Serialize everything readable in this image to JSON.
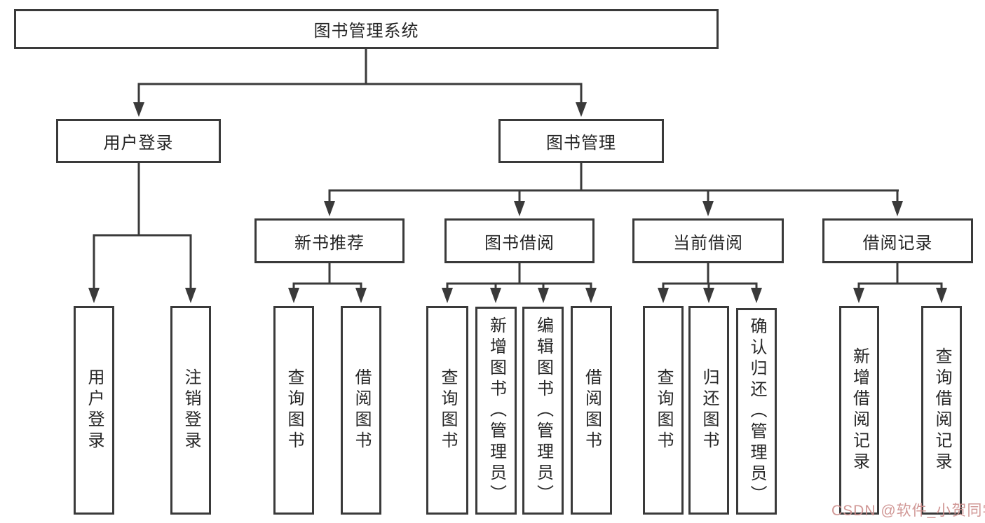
{
  "diagram": {
    "title": "图书管理系统",
    "root": {
      "label": "图书管理系统"
    },
    "level2": [
      {
        "id": "user-login",
        "label": "用户登录"
      },
      {
        "id": "book-mgmt",
        "label": "图书管理"
      }
    ],
    "level3": [
      {
        "id": "new-books",
        "label": "新书推荐"
      },
      {
        "id": "book-borrow",
        "label": "图书借阅"
      },
      {
        "id": "current-borrow",
        "label": "当前借阅"
      },
      {
        "id": "borrow-records",
        "label": "借阅记录"
      }
    ],
    "leaves": {
      "login": [
        {
          "label": "用户登录"
        },
        {
          "label": "注销登录"
        }
      ],
      "recommend": [
        {
          "label": "查询图书"
        },
        {
          "label": "借阅图书"
        }
      ],
      "borrow": [
        {
          "label": "查询图书"
        },
        {
          "label": "新增图书（管理员）"
        },
        {
          "label": "编辑图书（管理员）"
        },
        {
          "label": "借阅图书"
        }
      ],
      "current": [
        {
          "label": "查询图书"
        },
        {
          "label": "归还图书"
        },
        {
          "label": "确认归还（管理员）"
        }
      ],
      "records": [
        {
          "label": "新增借阅记录"
        },
        {
          "label": "查询借阅记录"
        }
      ]
    }
  },
  "watermark": {
    "text": "CSDN @软件_小贺同学"
  },
  "colors": {
    "line": "#3a3a3a",
    "text": "#262626",
    "box_background": "#ffffff",
    "watermark": "#cd8f8d",
    "background": "#ffffff"
  }
}
